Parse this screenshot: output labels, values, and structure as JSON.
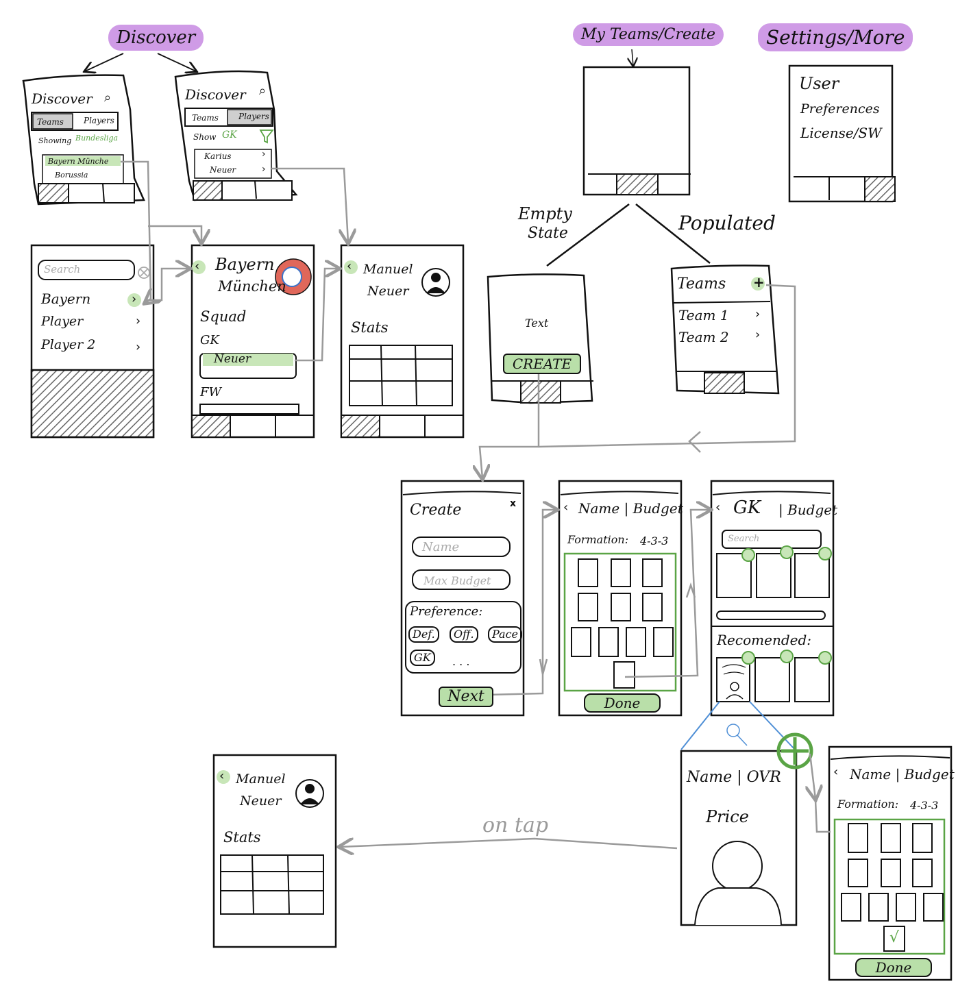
{
  "section_tags": {
    "discover": "Discover",
    "my_teams": "My Teams/Create",
    "settings": "Settings/More"
  },
  "discover_teams": {
    "title": "Discover",
    "tab_teams": "Teams",
    "tab_players": "Players",
    "showing_label": "Showing",
    "filter_value": "Bundesliga",
    "items": [
      "Bayern Münche",
      "Borussia"
    ]
  },
  "discover_players": {
    "title": "Discover",
    "tab_teams": "Teams",
    "tab_players": "Players",
    "show_label": "Show",
    "filter_value": "GK",
    "items": [
      "Karius",
      "Neuer"
    ]
  },
  "search_screen": {
    "placeholder": "Search",
    "items": [
      "Bayern",
      "Player",
      "Player 2"
    ]
  },
  "team_screen": {
    "title_line1": "Bayern",
    "title_line2": "München",
    "section_squad": "Squad",
    "section_gk": "GK",
    "player": "Neuer",
    "section_fw": "FW"
  },
  "player_screen": {
    "name_line1": "Manuel",
    "name_line2": "Neuer",
    "stats": "Stats"
  },
  "settings_screen": {
    "items": [
      "User",
      "Preferences",
      "License/SW"
    ]
  },
  "branch_labels": {
    "empty_line1": "Empty",
    "empty_line2": "State",
    "populated": "Populated"
  },
  "empty_state": {
    "text": "Text",
    "create_button": "CREATE"
  },
  "populated_state": {
    "title": "Teams",
    "add": "+",
    "items": [
      "Team 1",
      "Team 2"
    ]
  },
  "create_screen": {
    "title": "Create",
    "close": "x",
    "name_placeholder": "Name",
    "budget_placeholder": "Max Budget",
    "preference_label": "Preference:",
    "chips": [
      "Def.",
      "Off.",
      "Pace",
      "GK"
    ],
    "more": ". . .",
    "next_button": "Next"
  },
  "formation_screen": {
    "header": "Name | Budget",
    "formation_label": "Formation:",
    "formation_value": "4-3-3",
    "done_button": "Done"
  },
  "gk_picker": {
    "header_position": "GK",
    "header_budget": "| Budget",
    "search_placeholder": "Search",
    "recommended": "Recomended:"
  },
  "player_card": {
    "name_ovr": "Name | OVR",
    "price": "Price"
  },
  "on_tap_label": "on tap",
  "formation_done_screen": {
    "header": "Name | Budget",
    "formation_label": "Formation:",
    "formation_value": "4-3-3",
    "check": "√",
    "done_button": "Done"
  },
  "player_screen_2": {
    "name_line1": "Manuel",
    "name_line2": "Neuer",
    "stats": "Stats"
  },
  "colors": {
    "ink": "#111111",
    "highlight_green": "#b9dfa9",
    "accent_green": "#5aa445",
    "tag_purple": "#cf9be6",
    "arrow_gray": "#9a9a9a",
    "zoom_blue": "#4f8fd6"
  }
}
